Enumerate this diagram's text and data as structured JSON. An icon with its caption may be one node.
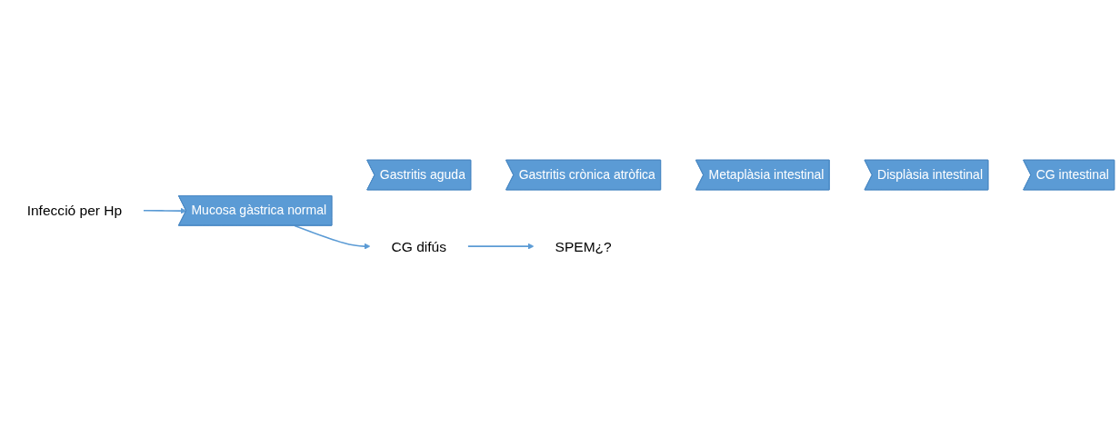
{
  "diagram": {
    "nodes": [
      {
        "text": [
          "Infecció per Hp"
        ]
      },
      {
        "text": [
          "Mucosa gàstrica normal"
        ]
      },
      {
        "text": [
          "Gastritis aguda"
        ]
      },
      {
        "text": [
          "Gastritis crònica atròfica"
        ]
      },
      {
        "text": [
          "Metaplàsia intestinal"
        ]
      },
      {
        "text": [
          "Displàsia intestinal"
        ]
      },
      {
        "text": [
          "CG intestinal"
        ]
      },
      {
        "text": [
          "CG difús"
        ]
      },
      {
        "text": [
          "SPEM¿?"
        ]
      }
    ],
    "edges": [
      {
        "from": 0,
        "to": 1,
        "arrow": "to"
      },
      {
        "from": 1,
        "to": 7,
        "arrow": "to"
      },
      {
        "from": 7,
        "to": 8,
        "arrow": "to"
      }
    ]
  }
}
